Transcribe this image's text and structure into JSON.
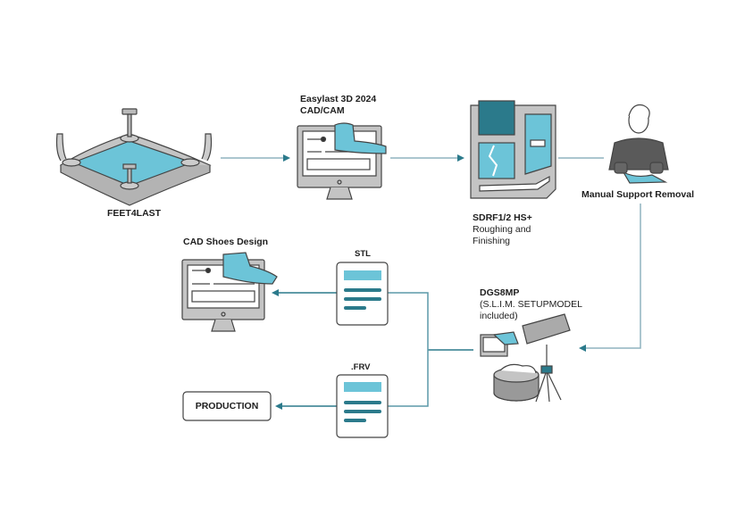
{
  "diagram": {
    "colors": {
      "accent_light": "#6cc4d8",
      "accent_dark": "#2b7a8b",
      "arrow_line": "#8fb3bf",
      "arrow_head": "#2b7a8b",
      "device_gray": "#c4c4c4",
      "outline": "#444444"
    },
    "nodes": {
      "feet4last": {
        "label": "FEET4LAST",
        "icon": "scanner-platform-icon"
      },
      "easylast": {
        "title": "Easylast 3D 2024",
        "subtitle": "CAD/CAM",
        "icon": "monitor-shoe-icon"
      },
      "sdrf": {
        "title": "SDRF1/2 HS+",
        "line1": "Roughing and",
        "line2": "Finishing",
        "icon": "milling-machine-icon"
      },
      "manual": {
        "label": "Manual Support Removal",
        "icon": "worker-icon"
      },
      "dgs8mp": {
        "title": "DGS8MP",
        "line1": "(S.L.I.M. SETUPMODEL",
        "line2": "included)",
        "icon": "3d-scanner-icon"
      },
      "cad_shoes": {
        "label": "CAD Shoes Design",
        "icon": "monitor-shoe-icon"
      },
      "stl": {
        "label": "STL",
        "icon": "file-icon"
      },
      "frv": {
        "label": ".FRV",
        "icon": "file-icon"
      },
      "production": {
        "label": "PRODUCTION"
      }
    }
  }
}
